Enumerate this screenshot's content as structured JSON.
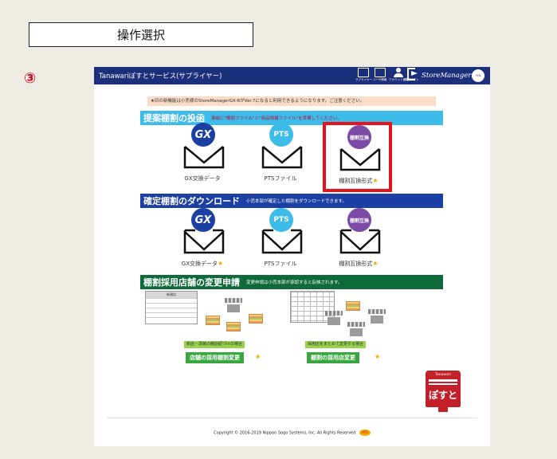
{
  "step": {
    "title": "操作選択",
    "number": "③"
  },
  "app": {
    "title": "Tanawariぽすとサービス(サプライヤー)",
    "header_buttons": [
      {
        "label": "サプライヤー",
        "icon": "supplier-icon"
      },
      {
        "label": "ユーザ情報",
        "icon": "user-info-icon"
      },
      {
        "label": "アカウント管理",
        "icon": "account-icon"
      },
      {
        "label": "ログアウト",
        "icon": "logout-icon"
      }
    ],
    "brand": {
      "text": "StoreManager",
      "badge": "GX"
    }
  },
  "notice": "★印の新機能は小売様のStoreManagerGX-RがVer.7になると利用できるようになります。ご注意ください。",
  "sections": {
    "proposal": {
      "title": "提案棚割の投函",
      "desc": "事前に\"棚割ファイル\"と\"商品情報ファイル\"を準備してください。",
      "items": [
        {
          "badge": "GX",
          "label": "GX交換データ",
          "star": ""
        },
        {
          "badge": "PTS",
          "label": "PTSファイル",
          "star": ""
        },
        {
          "badge": "棚割互換",
          "label": "棚割互換形式",
          "star": "★"
        }
      ]
    },
    "download": {
      "title": "確定棚割のダウンロード",
      "desc": "小売本部が確定した棚割をダウンロードできます。",
      "items": [
        {
          "badge": "GX",
          "label": "GX交換データ",
          "star": "★"
        },
        {
          "badge": "PTS",
          "label": "PTSファイル",
          "star": ""
        },
        {
          "badge": "棚割互換",
          "label": "棚割互換形式",
          "star": "★"
        }
      ]
    },
    "change": {
      "title": "棚割採用店舗の変更申請",
      "desc": "変更申請は小売本部が承認すると反映されます。",
      "table_header": "新規店",
      "left_tag": "新店・改装の棚割紐づけの場合",
      "left_button": "店舗の採用棚割変更",
      "left_star": "★",
      "right_tag": "採用店をまとめて変更する場合",
      "right_button": "棚割の採用店変更",
      "right_star": "★"
    }
  },
  "posuto": {
    "brand": "Tanawari",
    "text": "ぽすと"
  },
  "copyright": "Copyright © 2016-2019 Nippon Sogo Systems, Inc. All Rights Reserved",
  "nss_badge": "NSS"
}
